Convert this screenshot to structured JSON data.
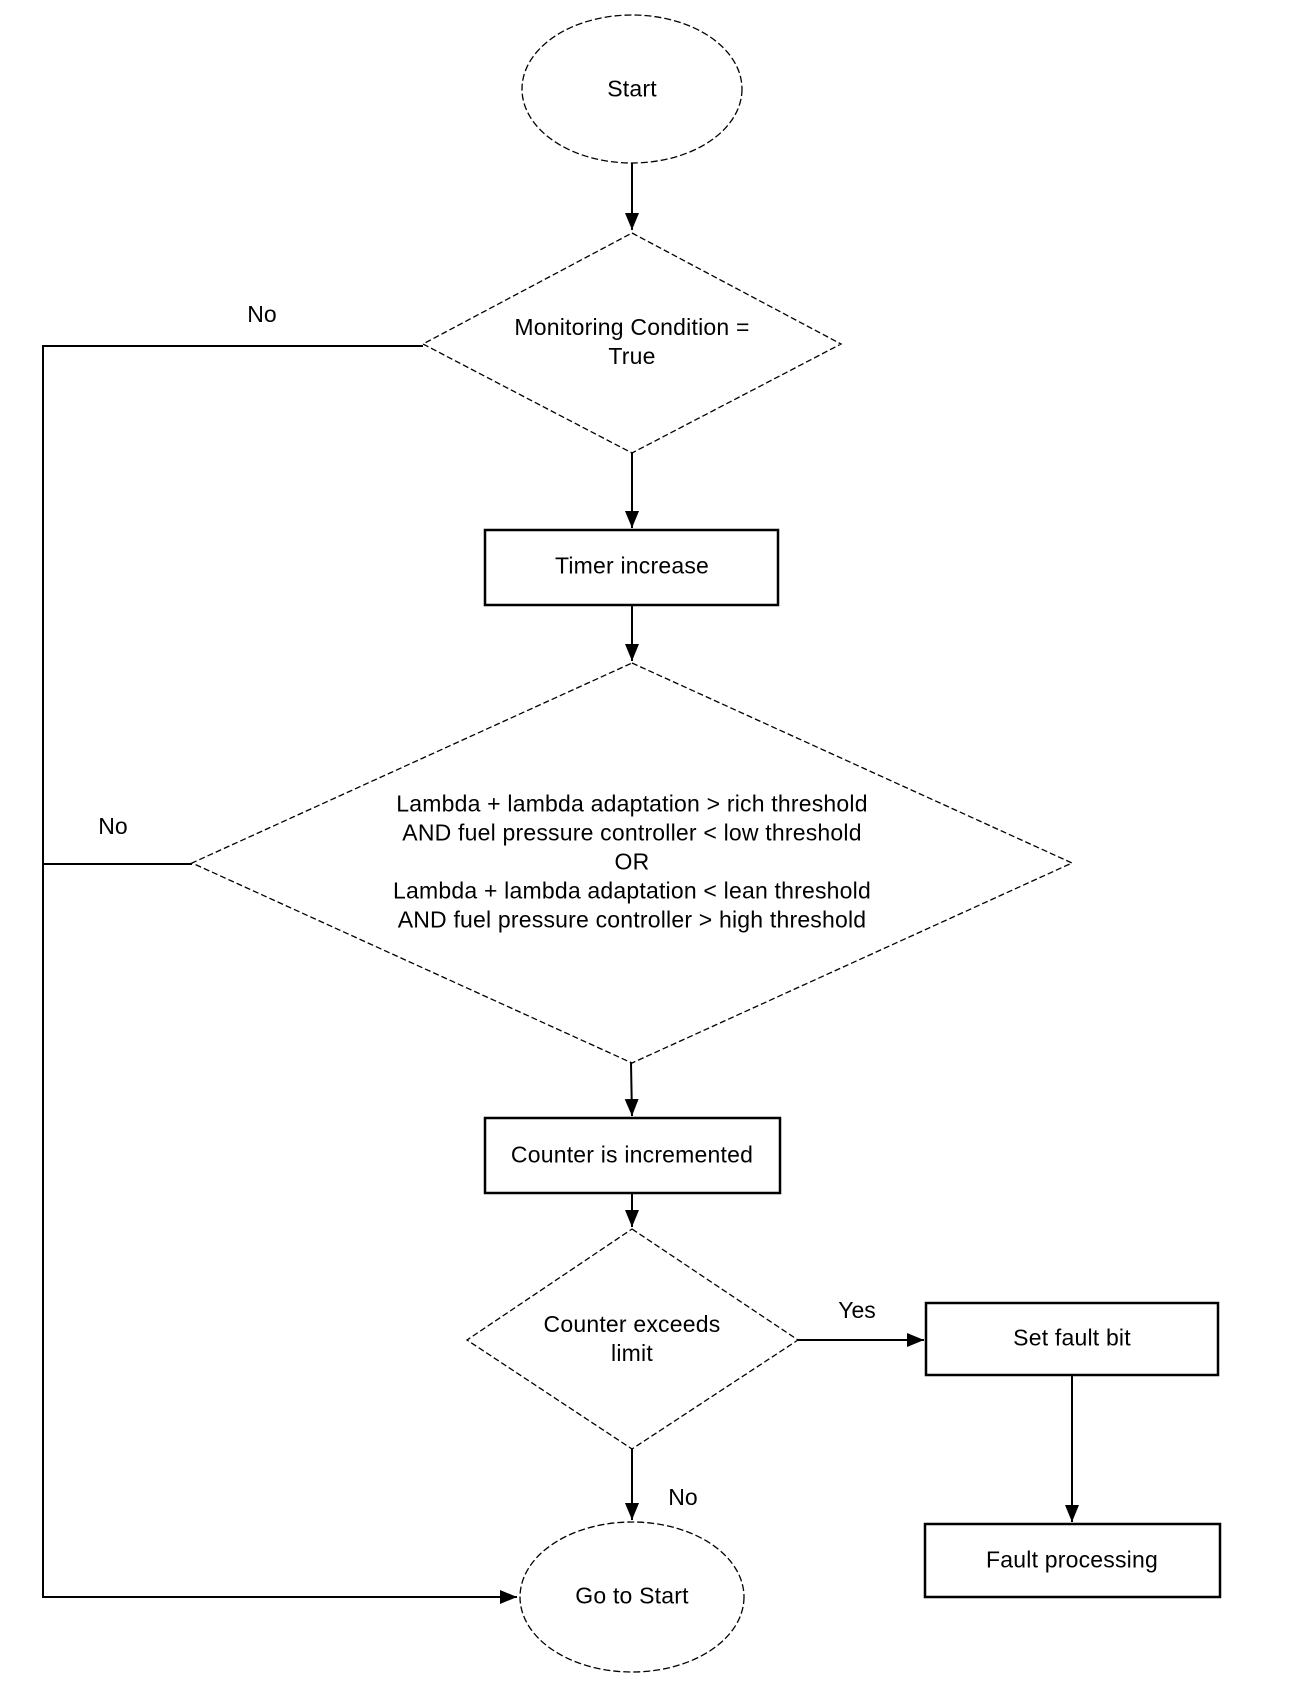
{
  "diagram": {
    "type": "flowchart",
    "colors": {
      "background": "#ffffff",
      "line": "#000000",
      "text": "#000000"
    },
    "nodes": {
      "start": {
        "shape": "ellipse",
        "label": "Start"
      },
      "monitoring": {
        "shape": "diamond",
        "label": "Monitoring Condition =\nTrue"
      },
      "timer": {
        "shape": "rectangle",
        "label": "Timer increase"
      },
      "condition": {
        "shape": "diamond",
        "label": "Lambda + lambda adaptation > rich threshold\nAND fuel pressure controller < low threshold\nOR\nLambda + lambda adaptation < lean threshold\nAND fuel pressure controller > high threshold"
      },
      "counter_inc": {
        "shape": "rectangle",
        "label": "Counter is incremented"
      },
      "counter_exceeds": {
        "shape": "diamond",
        "label": "Counter exceeds\nlimit"
      },
      "set_fault": {
        "shape": "rectangle",
        "label": "Set fault bit"
      },
      "fault_processing": {
        "shape": "rectangle",
        "label": "Fault processing"
      },
      "goto_start": {
        "shape": "ellipse",
        "label": "Go to Start"
      }
    },
    "edge_labels": {
      "monitoring_no": "No",
      "condition_no": "No",
      "counter_yes": "Yes",
      "counter_no": "No"
    }
  }
}
